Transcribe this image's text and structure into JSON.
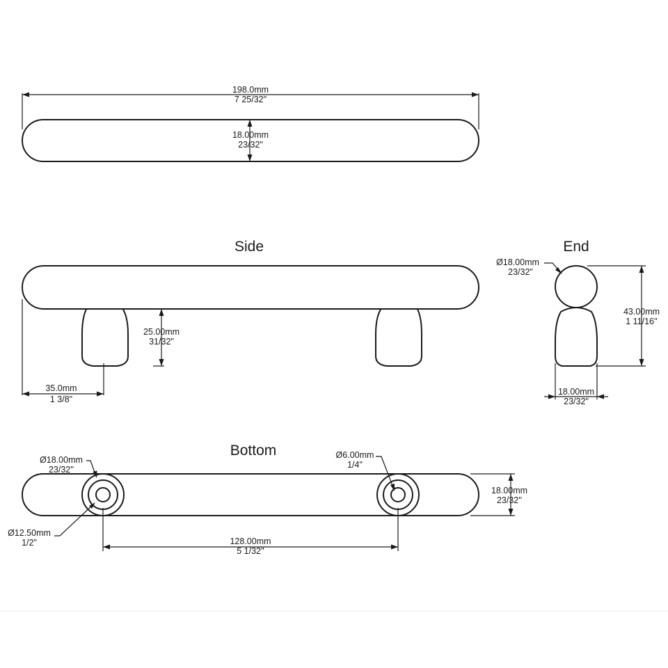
{
  "views": {
    "side_title": "Side",
    "end_title": "End",
    "bottom_title": "Bottom"
  },
  "top_view": {
    "overall_length_mm": "198.0mm",
    "overall_length_in": "7 25/32\"",
    "bar_diameter_mm": "18.00mm",
    "bar_diameter_in": "23/32\""
  },
  "side_view": {
    "post_height_mm": "25.00mm",
    "post_height_in": "31/32\"",
    "end_to_post_mm": "35.0mm",
    "end_to_post_in": "1 3/8\""
  },
  "end_view": {
    "diameter_mm": "Ø18.00mm",
    "diameter_in": "23/32\"",
    "height_mm": "43.00mm",
    "height_in": "1 11/16''",
    "width_mm": "18.00mm",
    "width_in": "23/32\""
  },
  "bottom_view": {
    "post_diameter_mm": "Ø18.00mm",
    "post_diameter_in": "23/32''",
    "hole_diameter_mm": "Ø6.00mm",
    "hole_diameter_in": "1/4\"",
    "base_diameter_mm": "Ø12.50mm",
    "base_diameter_in": "1/2\"",
    "bar_width_mm": "18.00mm",
    "bar_width_in": "23/32''",
    "center_to_center_mm": "128.00mm",
    "center_to_center_in": "5 1/32''"
  }
}
